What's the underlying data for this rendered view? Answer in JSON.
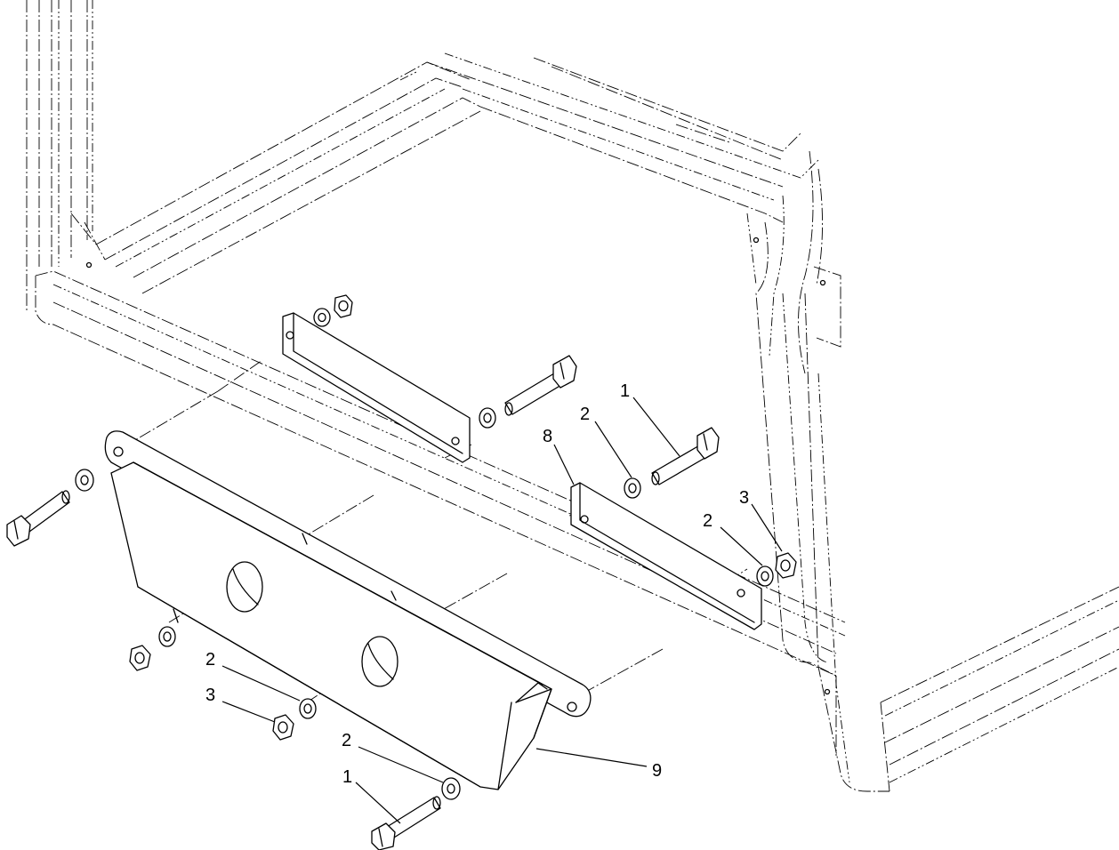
{
  "callouts": [
    {
      "id": "c1-top",
      "label": "1"
    },
    {
      "id": "c2-top",
      "label": "2"
    },
    {
      "id": "c8",
      "label": "8"
    },
    {
      "id": "c3-right",
      "label": "3"
    },
    {
      "id": "c2-right",
      "label": "2"
    },
    {
      "id": "c2-left",
      "label": "2"
    },
    {
      "id": "c3-left",
      "label": "3"
    },
    {
      "id": "c2-bottom",
      "label": "2"
    },
    {
      "id": "c9",
      "label": "9"
    },
    {
      "id": "c1-bottom",
      "label": "1"
    }
  ]
}
